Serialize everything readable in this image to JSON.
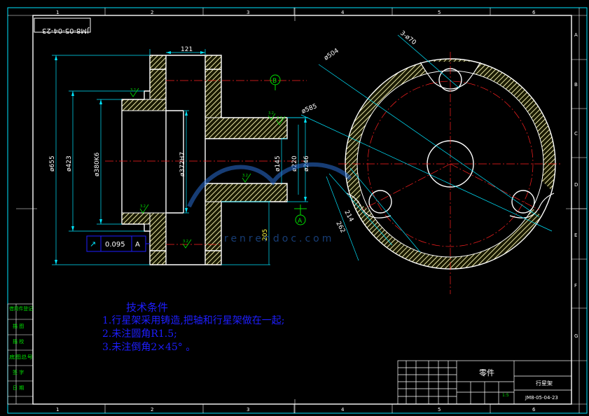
{
  "drawing_number_stamp": "JM8-05-04-23",
  "border_numbers_top": [
    "1",
    "2",
    "3",
    "4",
    "5",
    "6"
  ],
  "border_numbers_bottom": [
    "1",
    "2",
    "3",
    "4",
    "5",
    "6"
  ],
  "border_letters_right": [
    "A",
    "B",
    "C",
    "D",
    "E",
    "F",
    "G"
  ],
  "dimensions": {
    "flange_width": "121",
    "outer_dia": "ø655",
    "bore_423": "ø423",
    "bore_380": "ø380K6",
    "bore_372": "ø372H7",
    "shaft_145": "ø145",
    "shaft_220": "ø220",
    "shaft_246": "ø246",
    "length_205": "205",
    "pcd_504": "ø504",
    "dia_585": "ø585",
    "holes": "3-ø70",
    "r_214": "214",
    "r_262": "262"
  },
  "datums": {
    "a": "A",
    "b": "B"
  },
  "roughness": [
    "3.2",
    "3.2",
    "3.2",
    "3.2",
    "3.2",
    "3.2"
  ],
  "tolerance_frame": {
    "symbol": "↗",
    "value": "0.095",
    "datum": "A"
  },
  "watermark": "renrendoc.com",
  "notes": {
    "title": "技术条件",
    "items": [
      "1.行星架采用铸造,把轴和行星架做在一起;",
      "2.未注圆角R1.5;",
      "3.未注倒角2×45°  。"
    ]
  },
  "title_block": {
    "category": "零件",
    "part_name": "行星架",
    "drawing_no": "JM8-05-04-23",
    "scale": "1:5"
  },
  "left_block_labels": [
    "借用件登记",
    "描 图",
    "描 校",
    "底图总号",
    "签 字",
    "日 期"
  ],
  "colors": {
    "background": "#000000",
    "frame": "#ffffff",
    "dimension": "#00e5ff",
    "section_fill": "#e8e4a8",
    "center_line": "#ff2020",
    "text_notes": "#1e1eff",
    "symbols": "#00e000"
  }
}
